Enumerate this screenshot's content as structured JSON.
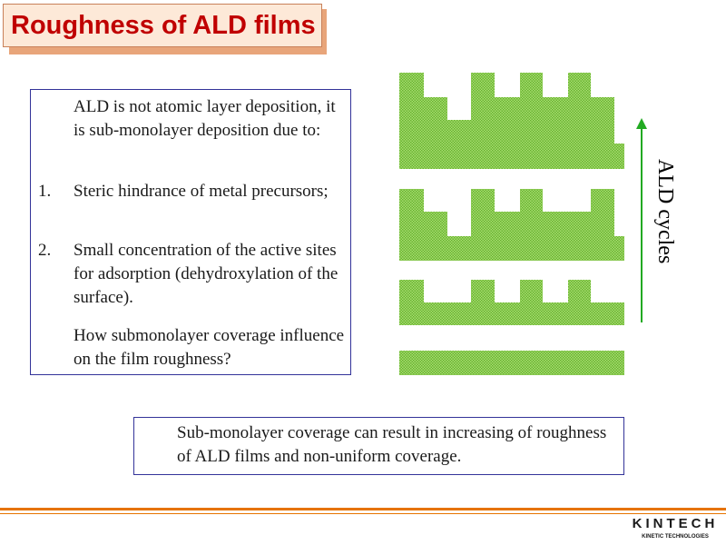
{
  "title": "Roughness of ALD films",
  "intro_text": "ALD is not atomic layer deposition, it is sub-monolayer deposition due to:",
  "reasons": [
    {
      "number": "1.",
      "text": "Steric hindrance of metal precursors;"
    },
    {
      "number": "2.",
      "text": "Small concentration of the active sites for adsorption (dehydroxylation of the surface)."
    }
  ],
  "question": "How submonolayer coverage influence on the film roughness?",
  "conclusion": "Sub-monolayer coverage can result in increasing of roughness of ALD films and non-uniform coverage.",
  "diagram": {
    "axis_label": "ALD cycles",
    "fill_color": "#8fd14f",
    "arrow_color": "#22aa22"
  },
  "logo": {
    "name": "KINTECH",
    "tagline": "KINETIC TECHNOLOGIES"
  }
}
